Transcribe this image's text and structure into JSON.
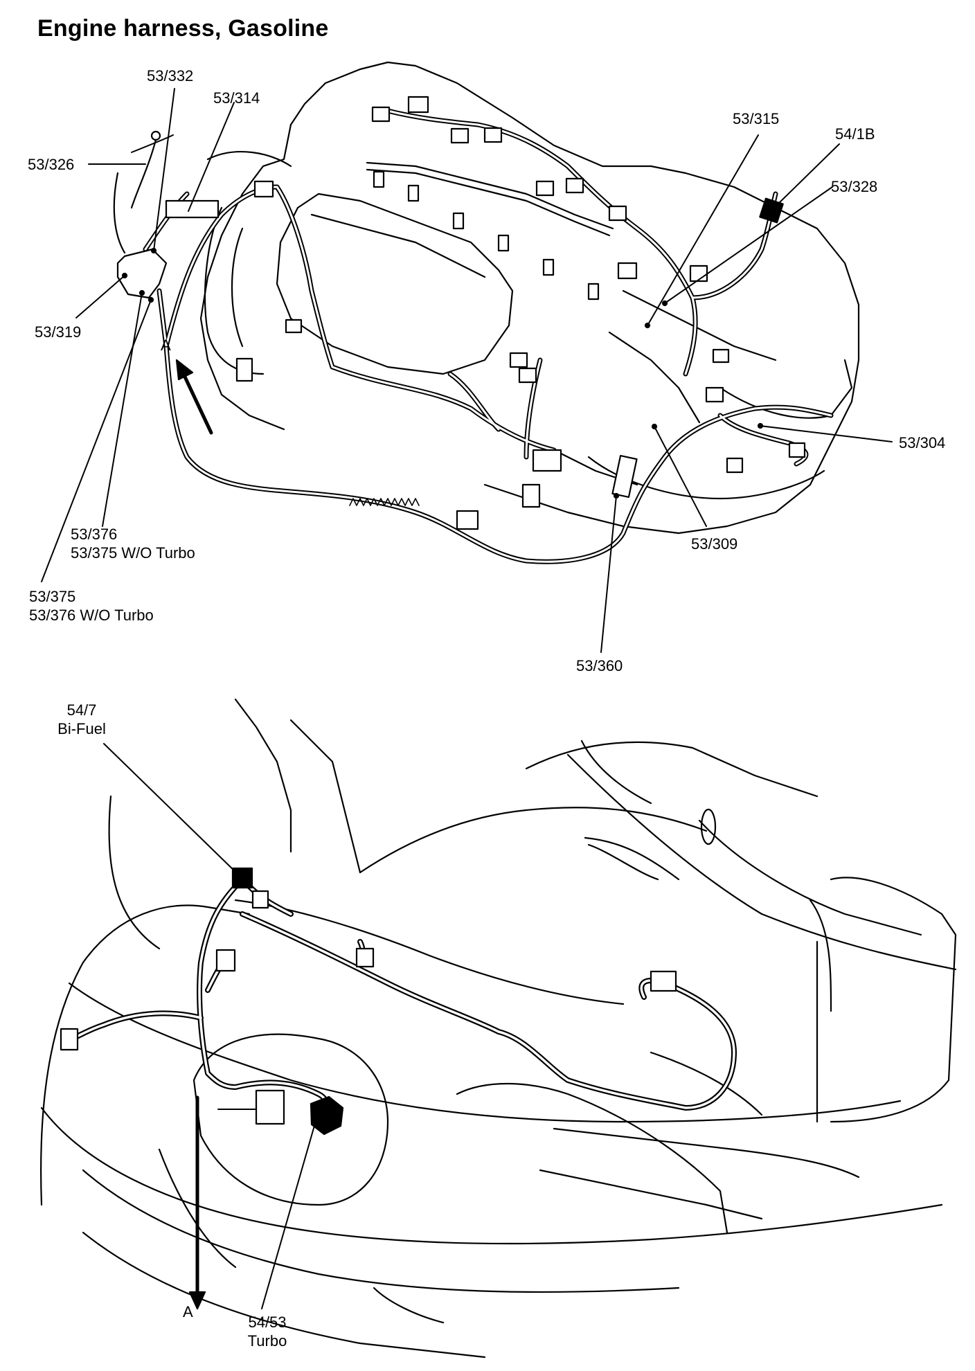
{
  "title": "Engine harness, Gasoline",
  "callouts": {
    "c332": {
      "line1": "53/332"
    },
    "c314": {
      "line1": "53/314"
    },
    "c326": {
      "line1": "53/326"
    },
    "c319": {
      "line1": "53/319"
    },
    "c376a": {
      "line1": "53/376",
      "line2": "53/375 W/O Turbo"
    },
    "c375a": {
      "line1": "53/375",
      "line2": "53/376 W/O Turbo"
    },
    "c315": {
      "line1": "53/315"
    },
    "c541b": {
      "line1": "54/1B"
    },
    "c328": {
      "line1": "53/328"
    },
    "c304": {
      "line1": "53/304"
    },
    "c309": {
      "line1": "53/309"
    },
    "c360": {
      "line1": "53/360"
    },
    "c547": {
      "line1": "54/7",
      "line2": "Bi-Fuel"
    },
    "c5453": {
      "line1": "54/53",
      "line2": "Turbo"
    }
  },
  "arrow_label_top": "A",
  "arrow_label_bottom": "A"
}
